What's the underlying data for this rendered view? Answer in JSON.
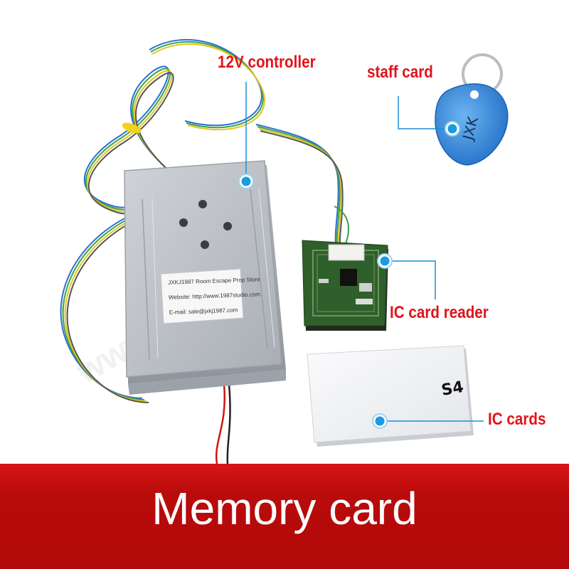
{
  "callouts": {
    "controller": "12V controller",
    "staff_card": "staff card",
    "card_reader": "IC card reader",
    "ic_cards": "IC cards"
  },
  "device_label": {
    "line1": "JXKJ1987 Room Escape Prop Store",
    "line2": "Website: http://www.1987studio.com",
    "line3": "E-mail: sale@jxkj1987.com"
  },
  "card_marking": "S4",
  "keyfob_marking": "JXK",
  "banner": {
    "title": "Memory card"
  },
  "colors": {
    "callout_text": "#e0141b",
    "callout_dot": "#1b9be0",
    "leader_line": "#1b8fd6",
    "banner_bg": "#b90b0b",
    "banner_text": "#ffffff",
    "enclosure": "#c3c7cc",
    "pcb": "#2f5f2a",
    "keyfob": "#2f7fd6"
  }
}
